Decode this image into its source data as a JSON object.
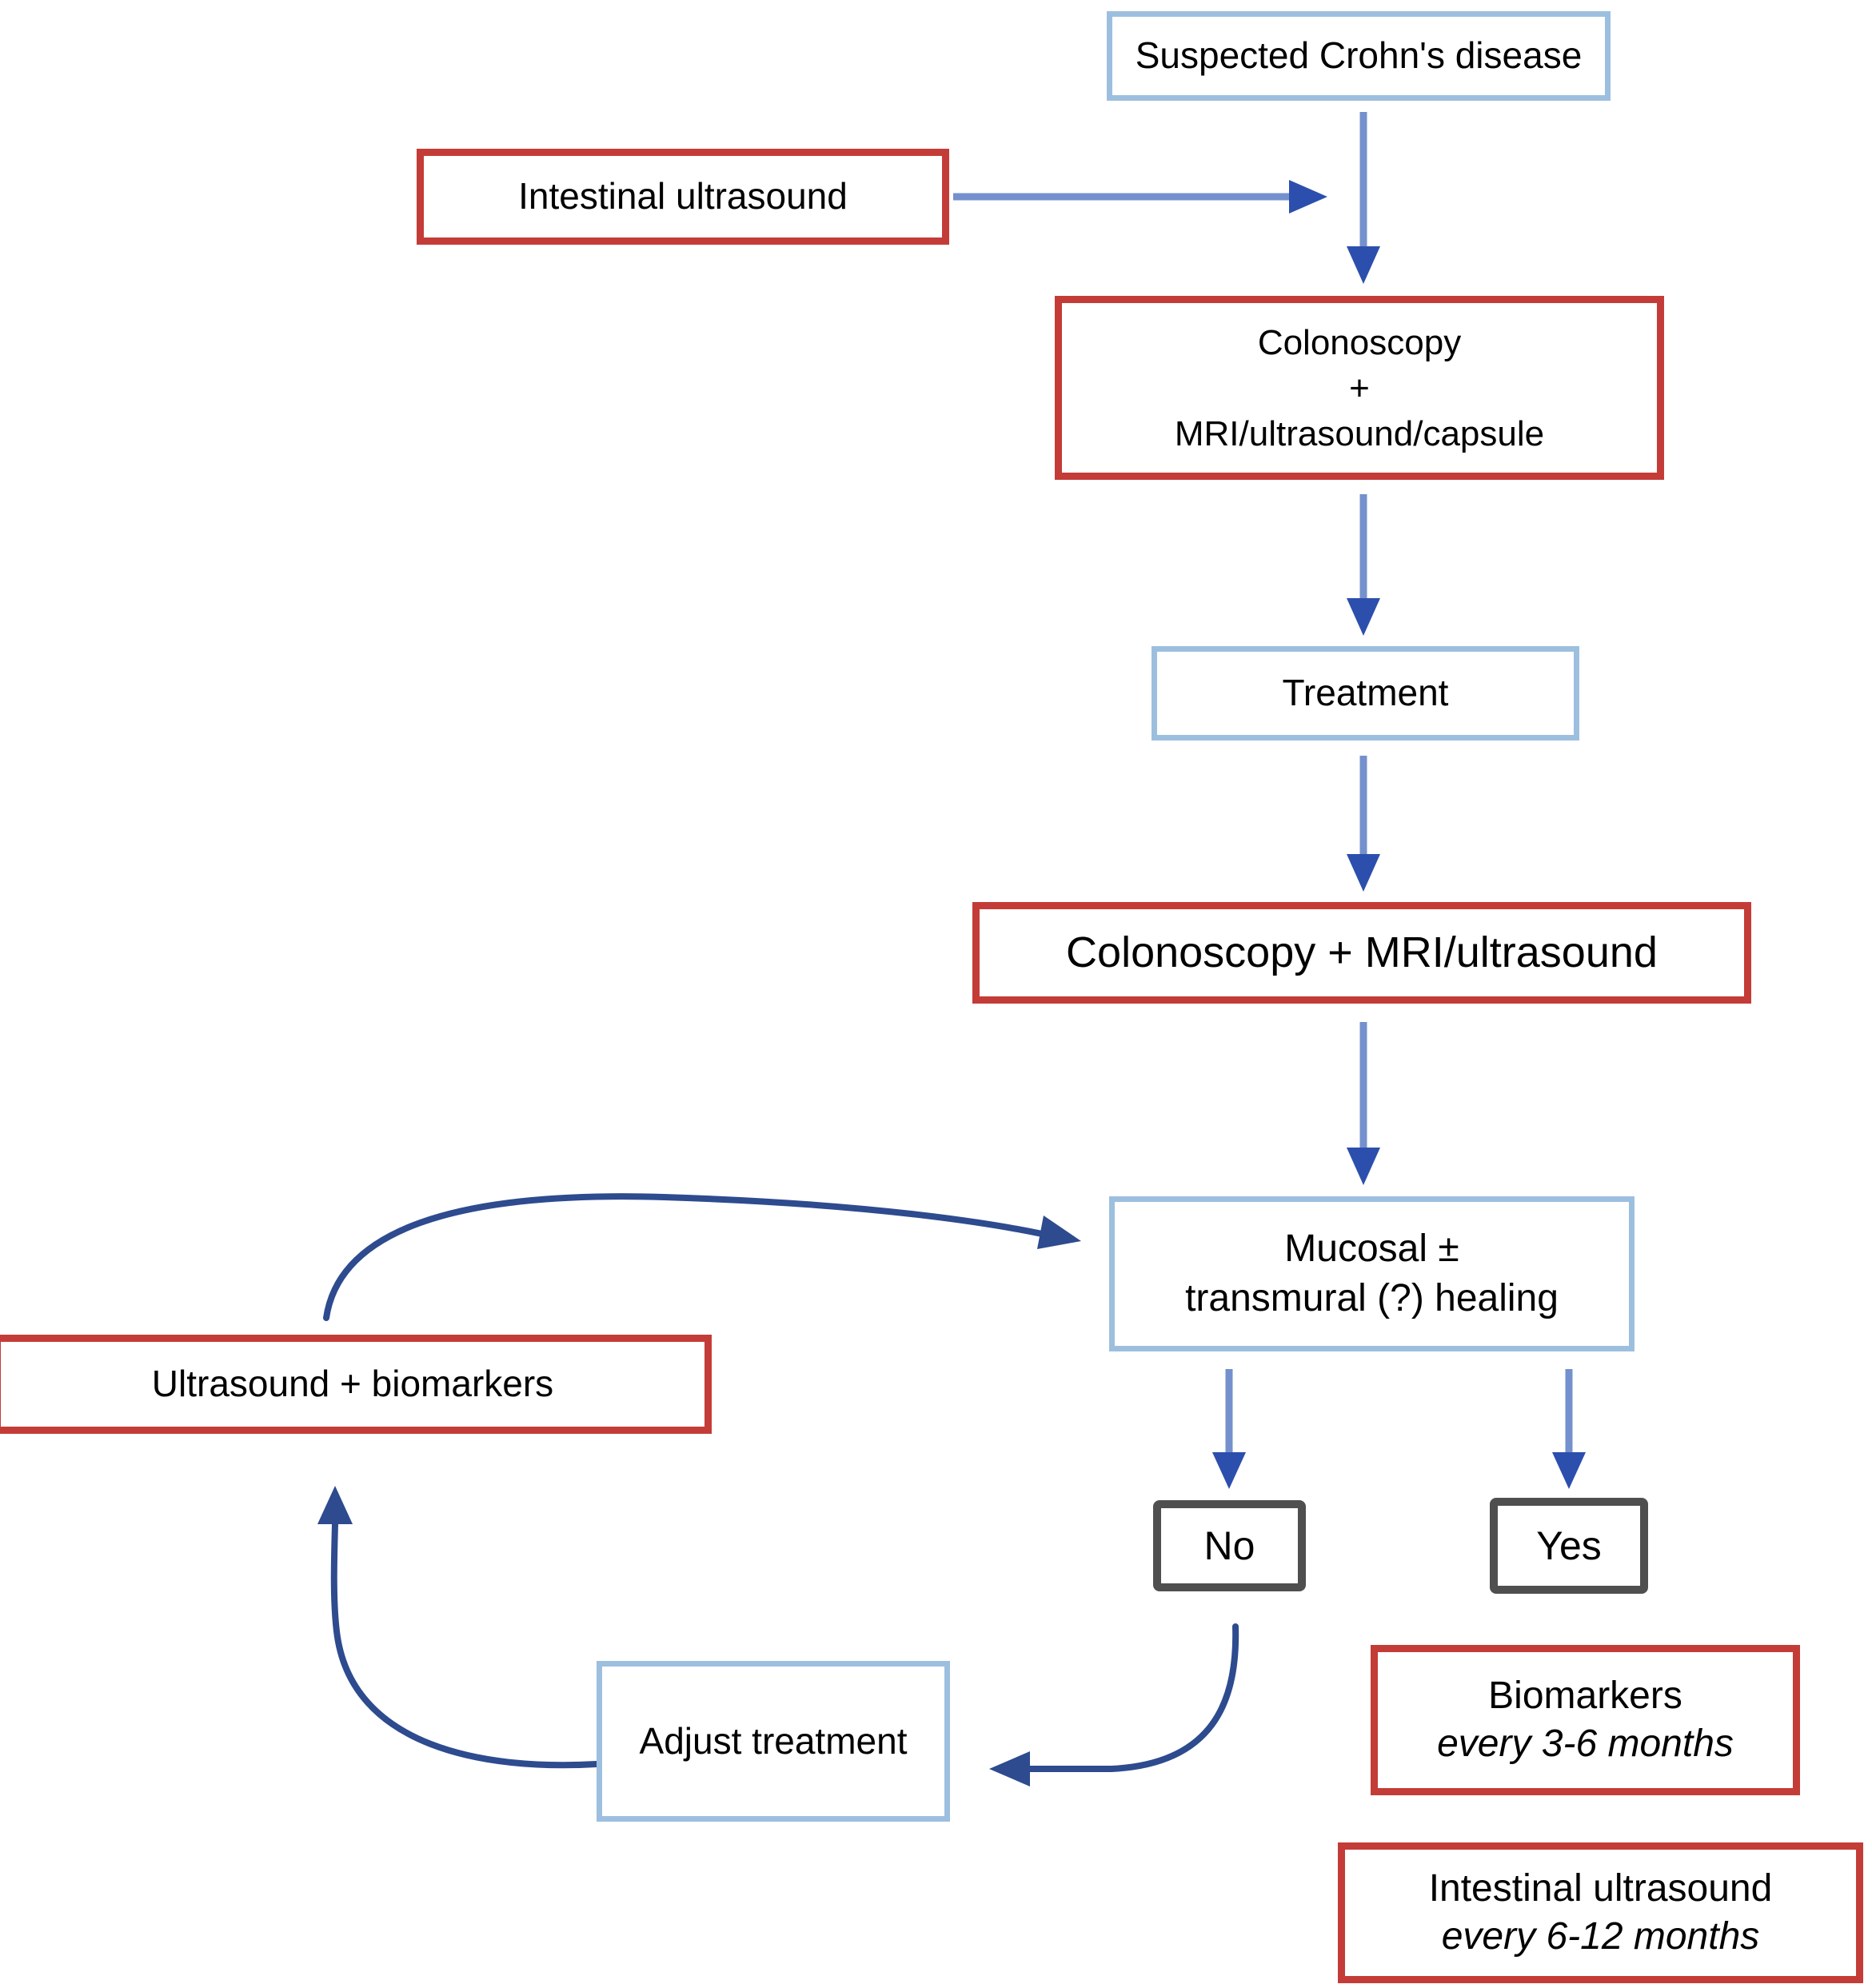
{
  "colors": {
    "box_red": "#C43C38",
    "box_blue": "#9DBFDF",
    "box_gray": "#4F4F4F",
    "arrow_shaft": "#7491CD",
    "arrow_head": "#2C4FAE",
    "curve": "#2D4B8E",
    "text": "#000000",
    "background": "#FFFFFF"
  },
  "nodes": {
    "suspected": {
      "label": "Suspected Crohn's disease"
    },
    "intestinal_ultrasound": {
      "label": "Intestinal ultrasound"
    },
    "colonoscopy_combo": {
      "lines": [
        "Colonoscopy",
        "+",
        "MRI/ultrasound/capsule"
      ]
    },
    "treatment": {
      "label": "Treatment"
    },
    "colonoscopy_mri": {
      "label": "Colonoscopy + MRI/ultrasound"
    },
    "mucosal_healing": {
      "lines": [
        "Mucosal ±",
        "transmural (?) healing"
      ]
    },
    "no": {
      "label": "No"
    },
    "yes": {
      "label": "Yes"
    },
    "ultrasound_biomarkers": {
      "label": "Ultrasound + biomarkers"
    },
    "adjust_treatment": {
      "label": "Adjust treatment"
    },
    "biomarkers_interval": {
      "line1": "Biomarkers",
      "line2": "every 3-6 months"
    },
    "intestinal_interval": {
      "line1": "Intestinal ultrasound",
      "line2": "every 6-12 months"
    }
  },
  "edges": [
    {
      "from": "suspected",
      "to": "colonoscopy_combo"
    },
    {
      "from": "intestinal_ultrasound",
      "to": "colonoscopy_combo"
    },
    {
      "from": "colonoscopy_combo",
      "to": "treatment"
    },
    {
      "from": "treatment",
      "to": "colonoscopy_mri"
    },
    {
      "from": "colonoscopy_mri",
      "to": "mucosal_healing"
    },
    {
      "from": "mucosal_healing",
      "to": "no"
    },
    {
      "from": "mucosal_healing",
      "to": "yes"
    },
    {
      "from": "no",
      "to": "adjust_treatment"
    },
    {
      "from": "adjust_treatment",
      "to": "ultrasound_biomarkers"
    },
    {
      "from": "ultrasound_biomarkers",
      "to": "mucosal_healing"
    }
  ]
}
